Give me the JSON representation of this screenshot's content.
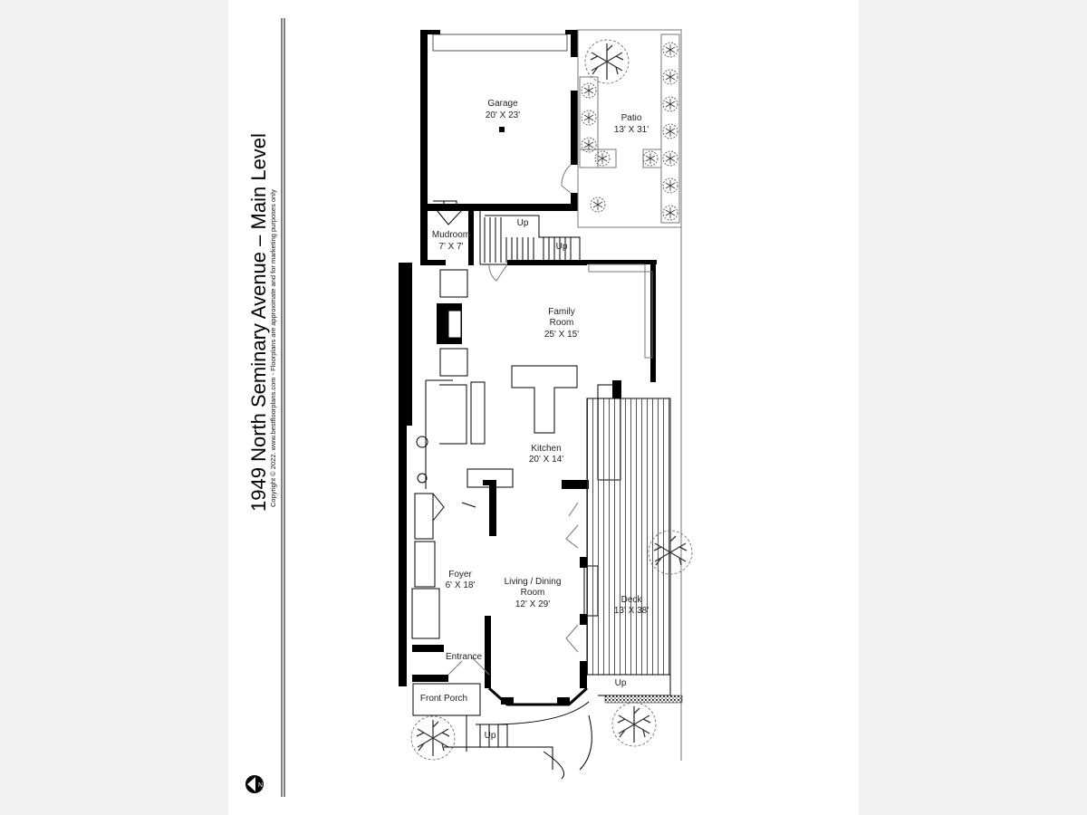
{
  "header": {
    "title_number": "1949",
    "title_street": "North Seminary Avenue",
    "title_sep": "–",
    "title_level": "Main Level",
    "copyright": "Copyright © 2022. www.bestfloorplans.com - Floorplans are approximate and for marketing purposes only"
  },
  "compass": {
    "icon": "north-arrow-icon",
    "label": "N"
  },
  "rooms": {
    "garage": {
      "name": "Garage",
      "size": "20' X 23'"
    },
    "patio": {
      "name": "Patio",
      "size": "13' X 31'"
    },
    "mudroom": {
      "name": "Mudroom",
      "size": "7' X 7'"
    },
    "family": {
      "name1": "Family",
      "name2": "Room",
      "size": "25' X 15'"
    },
    "kitchen": {
      "name": "Kitchen",
      "size": "20' X 14'"
    },
    "foyer": {
      "name": "Foyer",
      "size": "6' X 18'"
    },
    "living": {
      "name1": "Living / Dining",
      "name2": "Room",
      "size": "12' X 29'"
    },
    "deck": {
      "name": "Deck",
      "size": "13' X 38'"
    },
    "entrance": {
      "name": "Entrance"
    },
    "porch": {
      "name": "Front Porch"
    }
  },
  "stairs": {
    "up": "Up"
  }
}
